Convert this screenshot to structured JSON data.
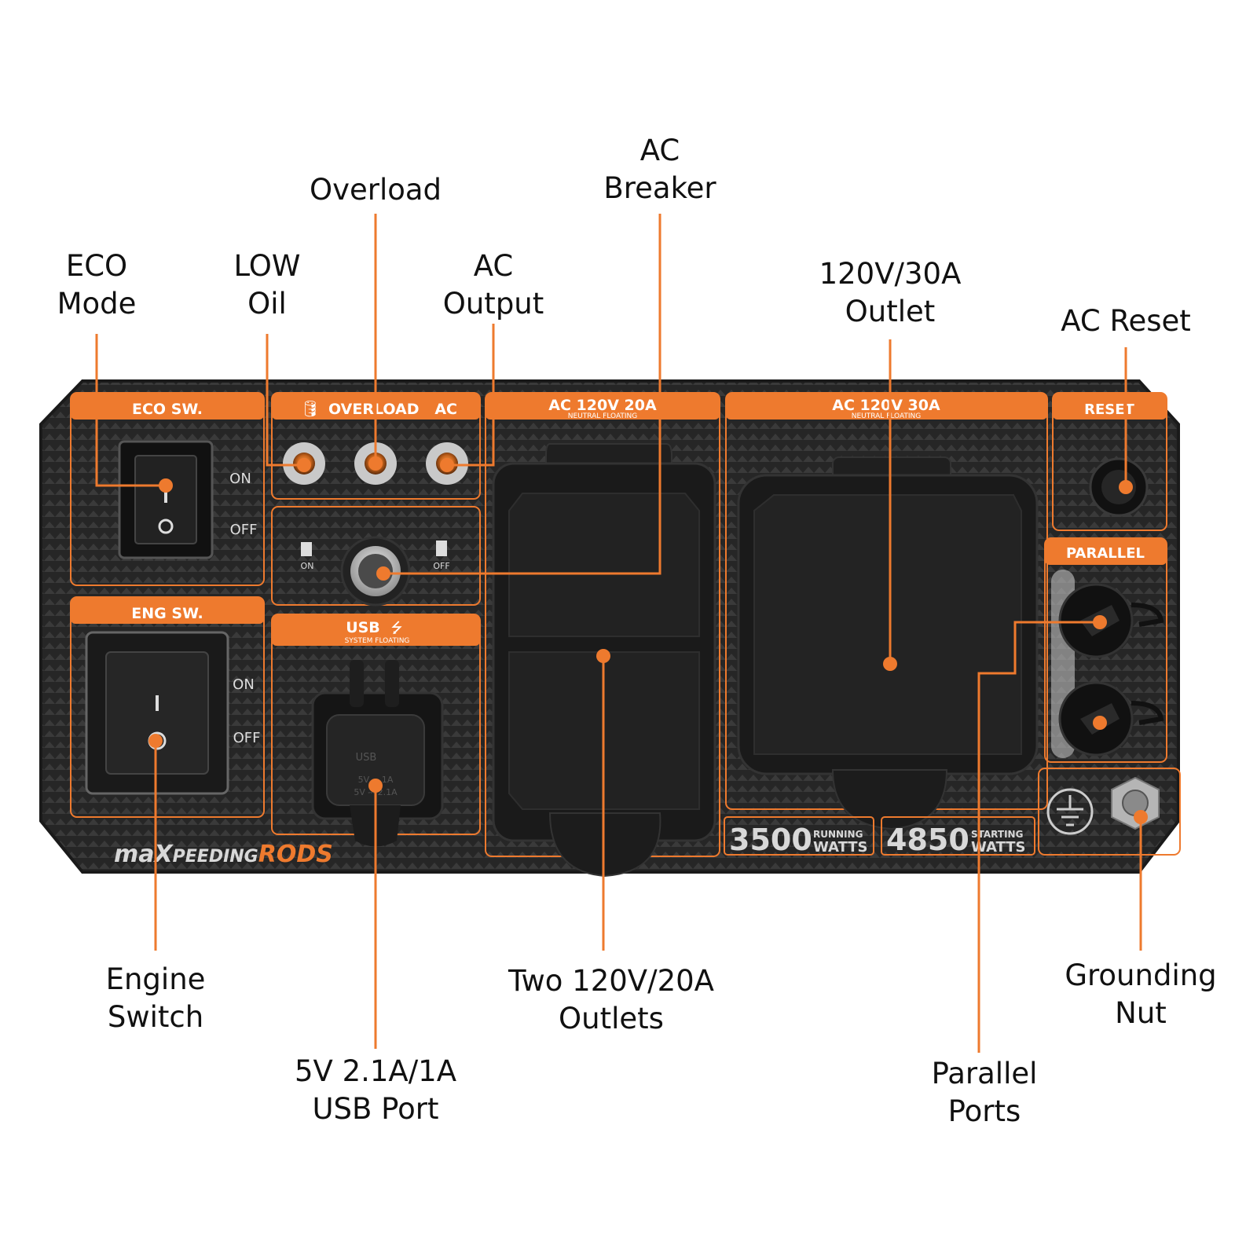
{
  "colors": {
    "accent": "#ee7a2e",
    "panel": "#2b2b2b",
    "panel_dark": "#1c1c1c",
    "rubber": "#1a1a1a",
    "label_text": "#111111"
  },
  "callouts": {
    "eco_mode": [
      "ECO",
      "Mode"
    ],
    "low_oil": [
      "LOW",
      "Oil"
    ],
    "overload": [
      "Overload"
    ],
    "ac_output": [
      "AC",
      "Output"
    ],
    "ac_breaker": [
      "AC",
      "Breaker"
    ],
    "outlet_30a": [
      "120V/30A",
      "Outlet"
    ],
    "ac_reset": [
      "AC Reset"
    ],
    "engine_switch": [
      "Engine",
      "Switch"
    ],
    "usb_port": [
      "5V 2.1A/1A",
      "USB Port"
    ],
    "outlets_20a": [
      "Two 120V/20A",
      "Outlets"
    ],
    "parallel_ports": [
      "Parallel",
      "Ports"
    ],
    "grounding_nut": [
      "Grounding",
      "Nut"
    ]
  },
  "panel_labels": {
    "eco_sw": "ECO SW.",
    "overload_ac": "OVERLOAD   AC",
    "ac_20a": "AC 120V 20A",
    "ac_20a_sub": "NEUTRAL FLOATING",
    "ac_30a": "AC 120V 30A",
    "ac_30a_sub": "NEUTRAL FLOATING",
    "reset": "RESET",
    "parallel": "PARALLEL",
    "eng_sw": "ENG SW.",
    "usb": "USB",
    "usb_sub": "SYSTEM FLOATING",
    "on": "ON",
    "off": "OFF",
    "breaker_on": "ON",
    "breaker_off": "OFF",
    "usb_cap": "USB",
    "usb_cap_rating_1": "5V ⎓ 1A",
    "usb_cap_rating_2": "5V ⎓ 2.1A"
  },
  "ratings": {
    "running_value": "3500",
    "running_word_1": "RUNNING",
    "running_word_2": "WATTS",
    "starting_value": "4850",
    "starting_word_1": "STARTING",
    "starting_word_2": "WATTS"
  },
  "brand": {
    "part1": "maX",
    "part2": "PEEDING",
    "part3": "RODS"
  },
  "icons": [
    "oil-can-icon",
    "usb-icon",
    "ground-symbol-icon",
    "breaker-on-icon",
    "breaker-off-icon"
  ]
}
